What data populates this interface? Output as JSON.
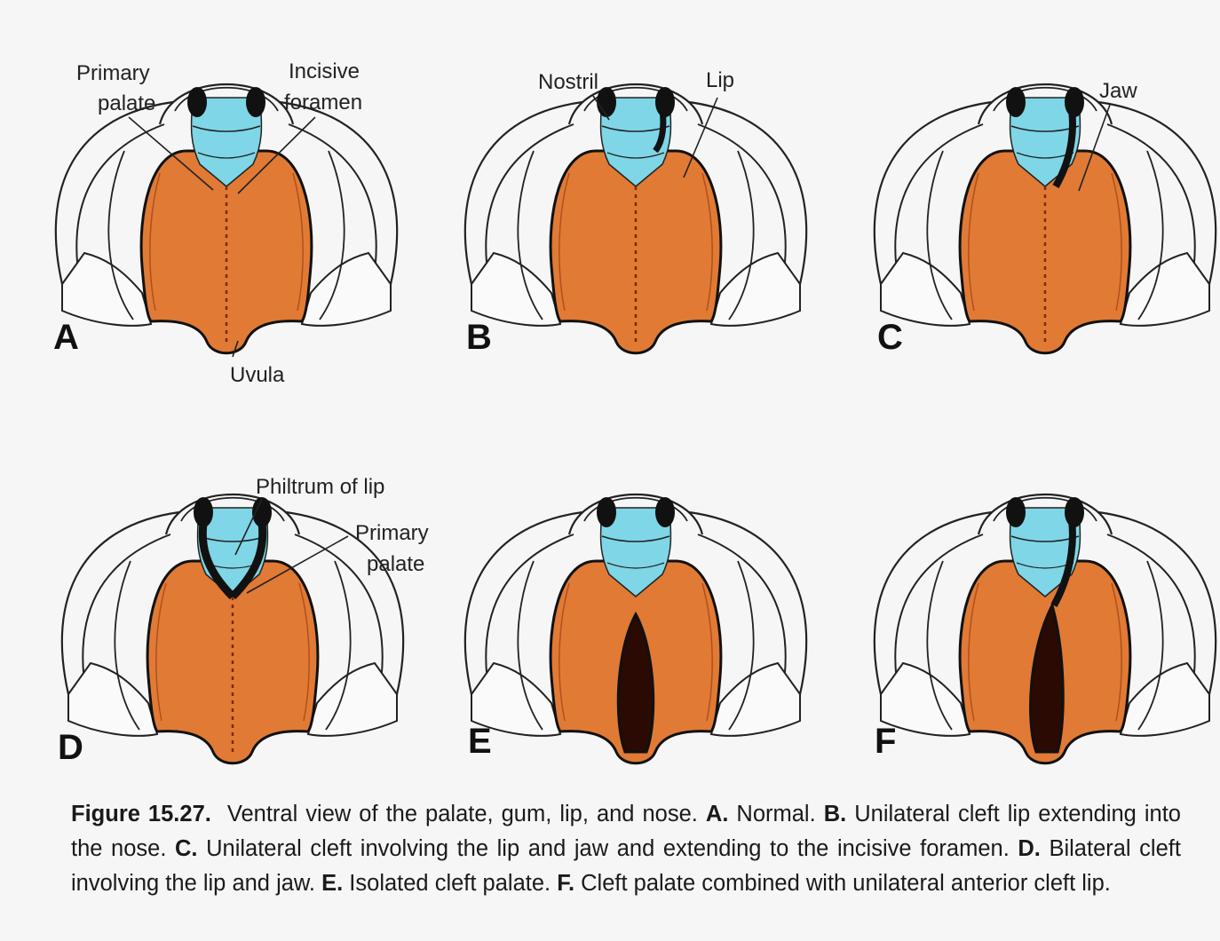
{
  "panels": [
    {
      "letter": "A"
    },
    {
      "letter": "B"
    },
    {
      "letter": "C"
    },
    {
      "letter": "D"
    },
    {
      "letter": "E"
    },
    {
      "letter": "F"
    }
  ],
  "callouts": {
    "primary_palate_line1": "Primary",
    "primary_palate_line2": "palate",
    "incisive_line1": "Incisive",
    "incisive_line2": "foramen",
    "uvula": "Uvula",
    "nostril": "Nostril",
    "lip": "Lip",
    "jaw": "Jaw",
    "philtrum": "Philtrum of lip",
    "primary_palate_d_line1": "Primary",
    "primary_palate_d_line2": "palate"
  },
  "caption": {
    "figure_number": "Figure 15.27.",
    "intro": "Ventral view of the palate, gum, lip, and nose.",
    "a_label": "A.",
    "a_text": "Normal.",
    "b_label": "B.",
    "b_text": "Unilateral cleft lip extending into the nose.",
    "c_label": "C.",
    "c_text": "Unilateral cleft involving the lip and jaw and extending to the incisive foramen.",
    "d_label": "D.",
    "d_text": "Bilateral cleft involving the lip and jaw.",
    "e_label": "E.",
    "e_text": "Isolated cleft palate.",
    "f_label": "F.",
    "f_text": "Cleft palate combined with unilateral anterior cleft lip."
  },
  "colors": {
    "palate_orange": "#e07a35",
    "primary_palate_cyan": "#7fd6e6",
    "outline": "#111111",
    "background": "#f6f6f6"
  }
}
